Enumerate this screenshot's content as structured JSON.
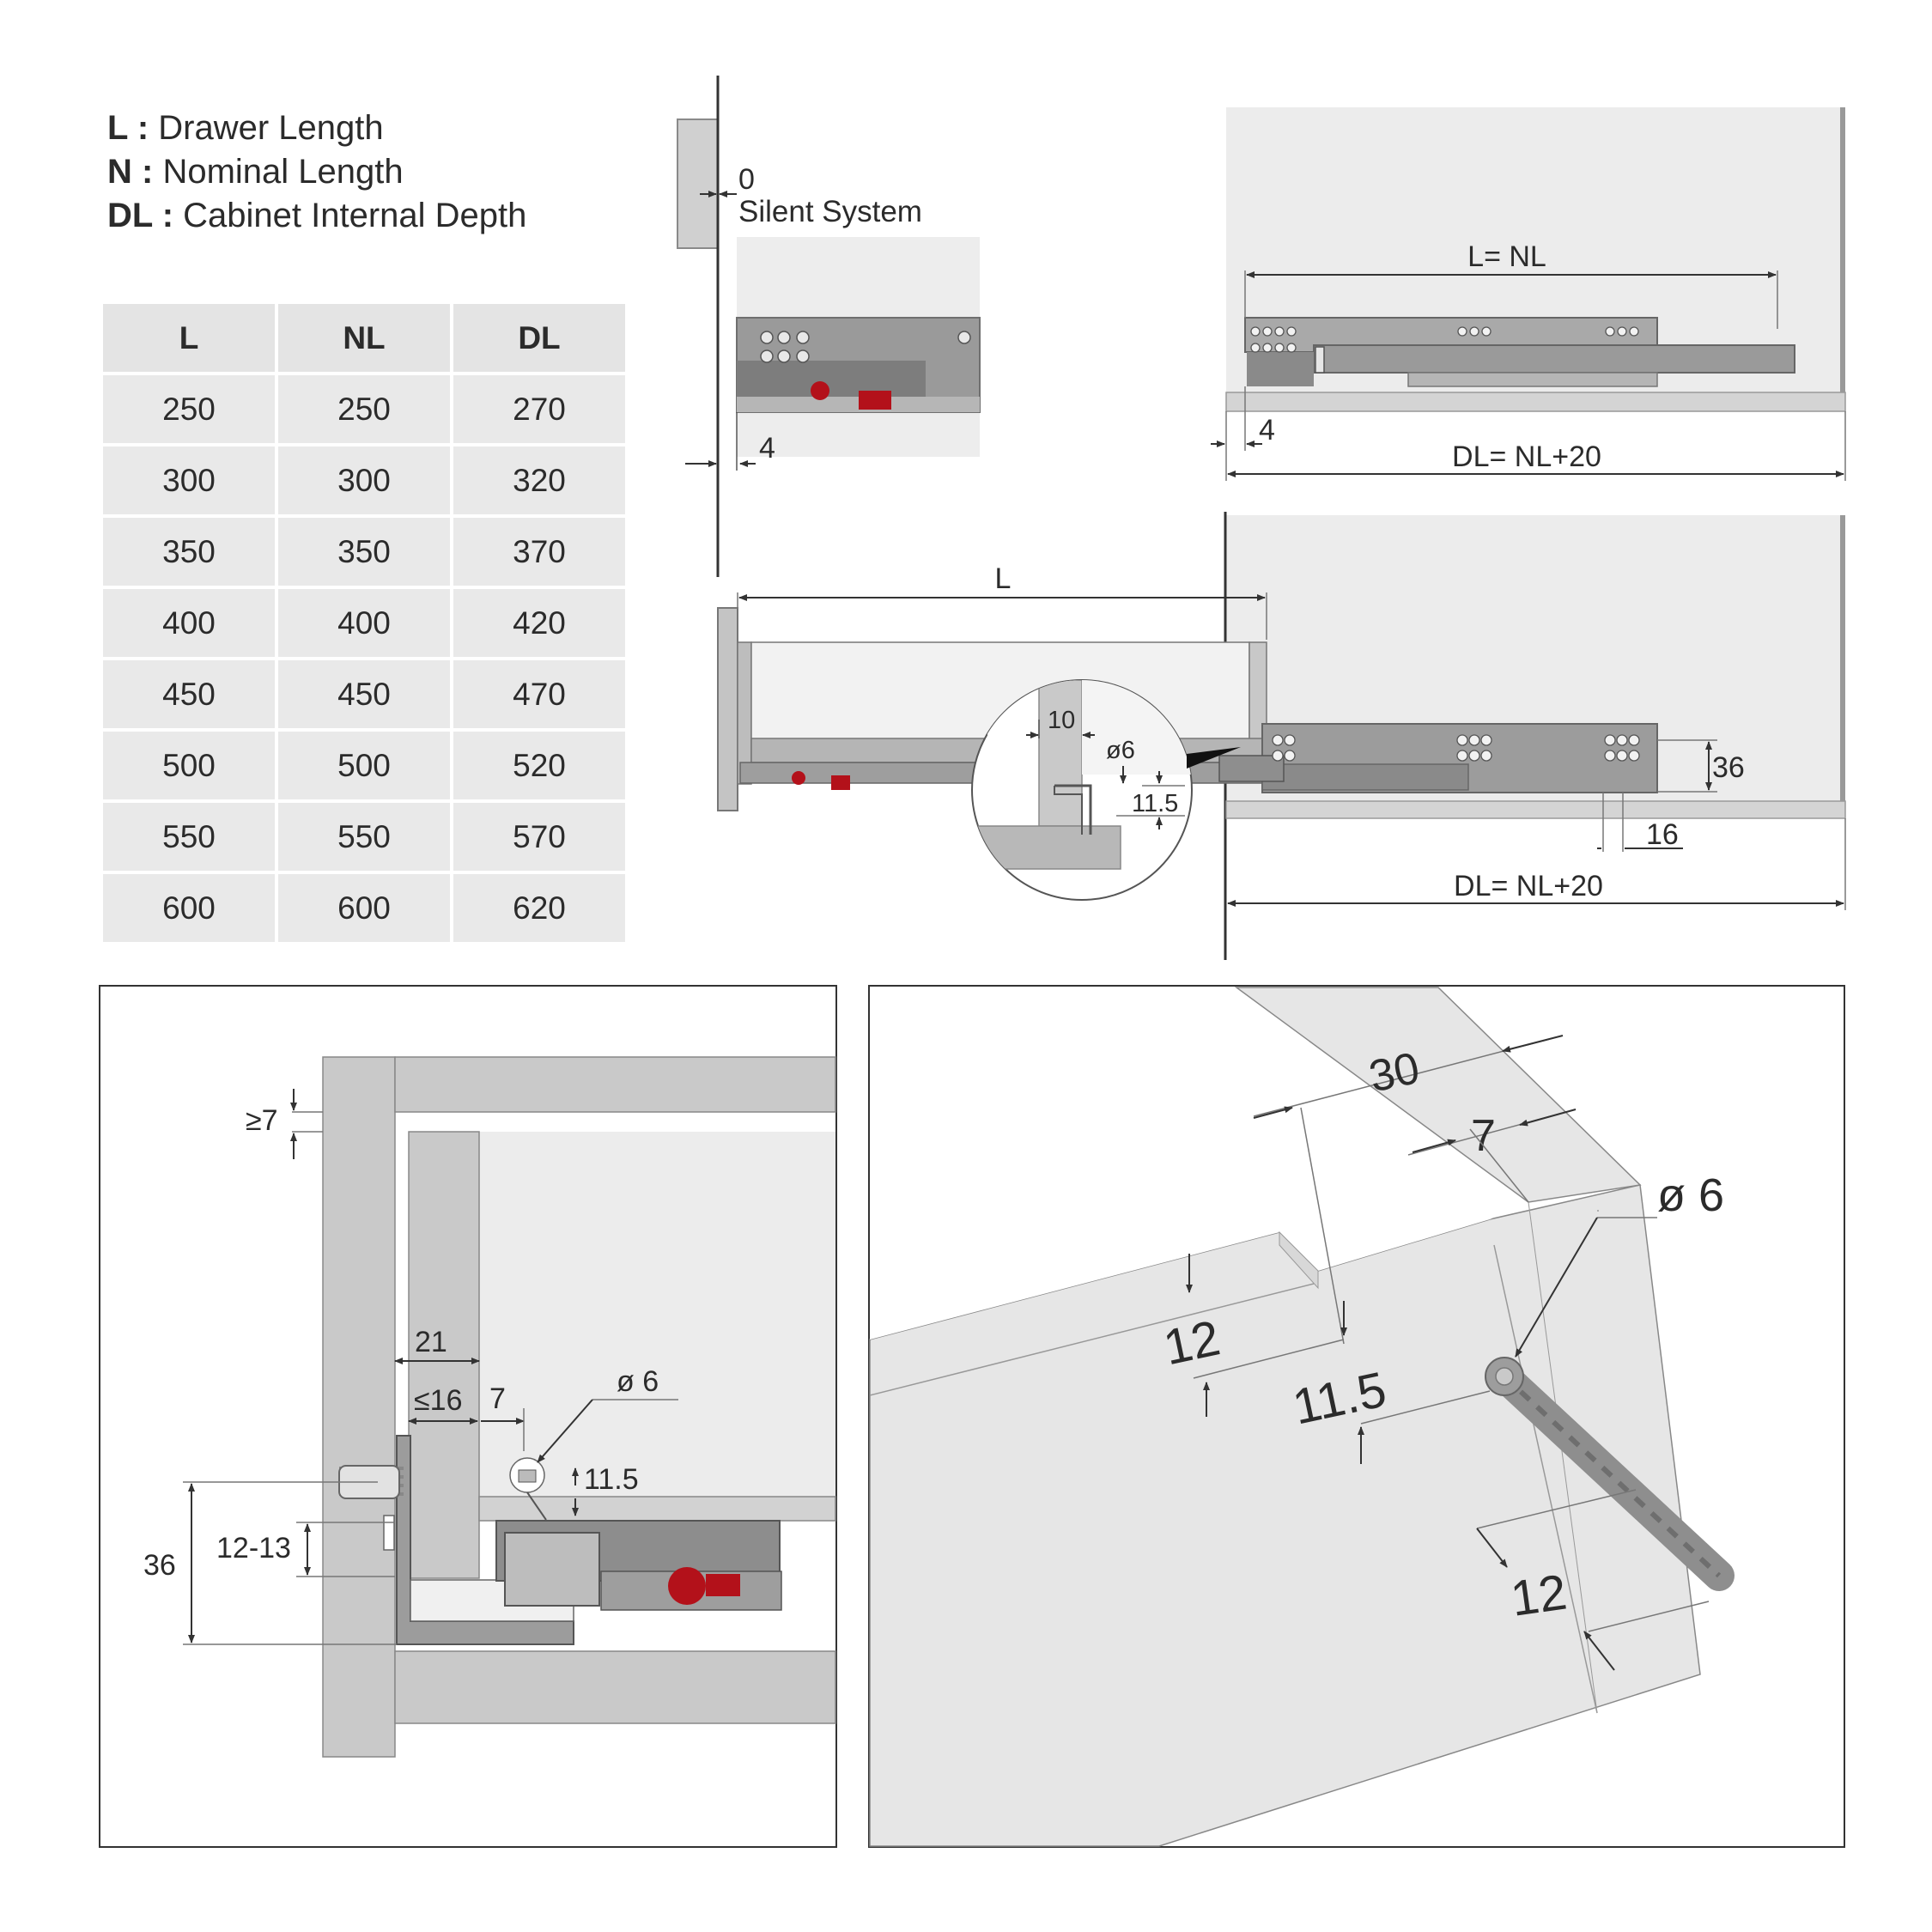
{
  "legend": [
    {
      "key": "L :",
      "text": "Drawer Length"
    },
    {
      "key": "N :",
      "text": "Nominal Length"
    },
    {
      "key": "DL :",
      "text": "Cabinet Internal Depth"
    }
  ],
  "table": {
    "headers": [
      "L",
      "NL",
      "DL"
    ],
    "rows": [
      [
        "250",
        "250",
        "270"
      ],
      [
        "300",
        "300",
        "320"
      ],
      [
        "350",
        "350",
        "370"
      ],
      [
        "400",
        "400",
        "420"
      ],
      [
        "450",
        "450",
        "470"
      ],
      [
        "500",
        "500",
        "520"
      ],
      [
        "550",
        "550",
        "570"
      ],
      [
        "600",
        "600",
        "620"
      ]
    ]
  },
  "silent": {
    "zero": "0",
    "title": "Silent System",
    "four": "4"
  },
  "top_right": {
    "l_eq_nl": "L= NL",
    "four": "4",
    "dl": "DL= NL+20"
  },
  "mid_right": {
    "L": "L",
    "ten": "10",
    "phi6": "ø6",
    "d115": "11.5",
    "d36": "36",
    "d16": "16",
    "dl": "DL= NL+20"
  },
  "bottom_left": {
    "ge7": "≥7",
    "d21": "21",
    "le16": "≤16",
    "d7": "7",
    "phi6": "ø 6",
    "d115": "11.5",
    "d36": "36",
    "d1213": "12-13"
  },
  "bottom_right": {
    "d30": "30",
    "d7": "7",
    "phi6": "ø 6",
    "d12a": "12",
    "d115": "11.5",
    "d12b": "12"
  }
}
